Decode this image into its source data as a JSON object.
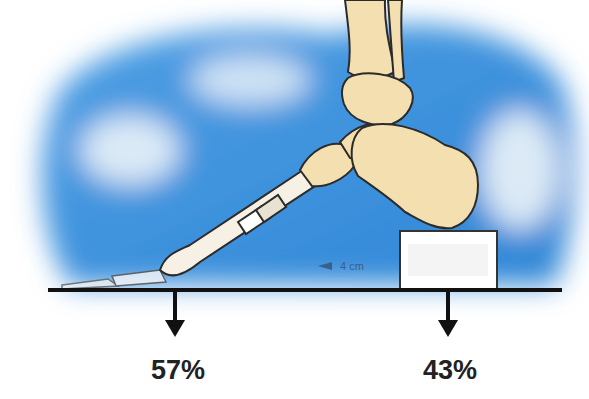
{
  "diagram": {
    "labels": [
      "4 cm",
      "57%",
      "43%"
    ]
  }
}
